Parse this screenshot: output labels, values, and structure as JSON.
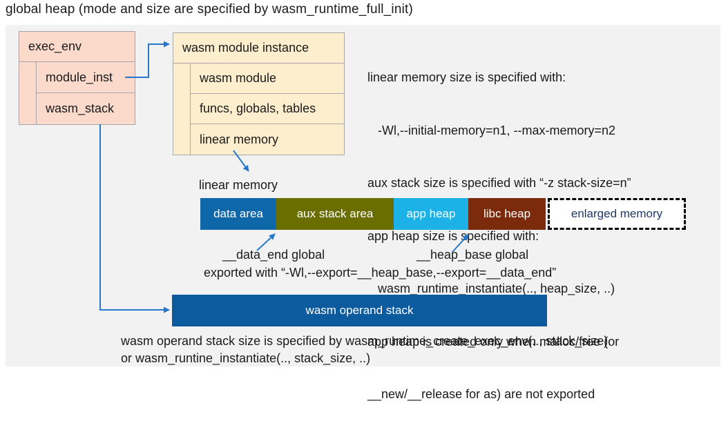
{
  "title": "global heap (mode and size are specified by wasm_runtime_full_init)",
  "colors": {
    "panel_bg": "#f2f2f2",
    "connector_blue": "#2577cb",
    "exec_box_fill": "#fbd9cb",
    "instance_box_fill": "#fdeecd",
    "data_area": "#0e67a8",
    "aux_stack": "#6a6e00",
    "app_heap": "#1cb2e8",
    "libc_heap": "#7c2a0c",
    "operand_stack": "#0b5b9e",
    "enlarged_text": "#1f3a68"
  },
  "exec_env_box": {
    "header": "exec_env",
    "rows": [
      "module_inst",
      "wasm_stack"
    ]
  },
  "module_instance_box": {
    "header": "wasm module instance",
    "rows": [
      "wasm module",
      "funcs, globals, tables",
      "linear memory"
    ]
  },
  "notes_right": {
    "lines": [
      "linear memory size is specified with:",
      "   -Wl,--initial-memory=n1, --max-memory=n2",
      "aux stack size is specified with “-z stack-size=n”",
      "app heap size is specified with:",
      "   wasm_runtime_instantiate(.., heap_size, ..)",
      "app heap is created only when malloc/free (or",
      "__new/__release for as) are not exported"
    ]
  },
  "linear_memory": {
    "label": "linear memory",
    "segments": [
      {
        "label": "data area"
      },
      {
        "label": "aux stack area"
      },
      {
        "label": "app heap"
      },
      {
        "label": "libc heap"
      }
    ],
    "enlarged_label": "enlarged memory"
  },
  "annotations": {
    "data_end": "__data_end global",
    "heap_base": "__heap_base global",
    "exported": "exported with “-Wl,--export=__heap_base,--export=__data_end”"
  },
  "operand_stack_label": "wasm operand stack",
  "bottom_note": {
    "lines": [
      "wasm operand stack size is specified by wasm_runtime_create_exec_env(.., stack_size)",
      "or wasm_runtine_instantiate(.., stack_size, ..)"
    ]
  }
}
